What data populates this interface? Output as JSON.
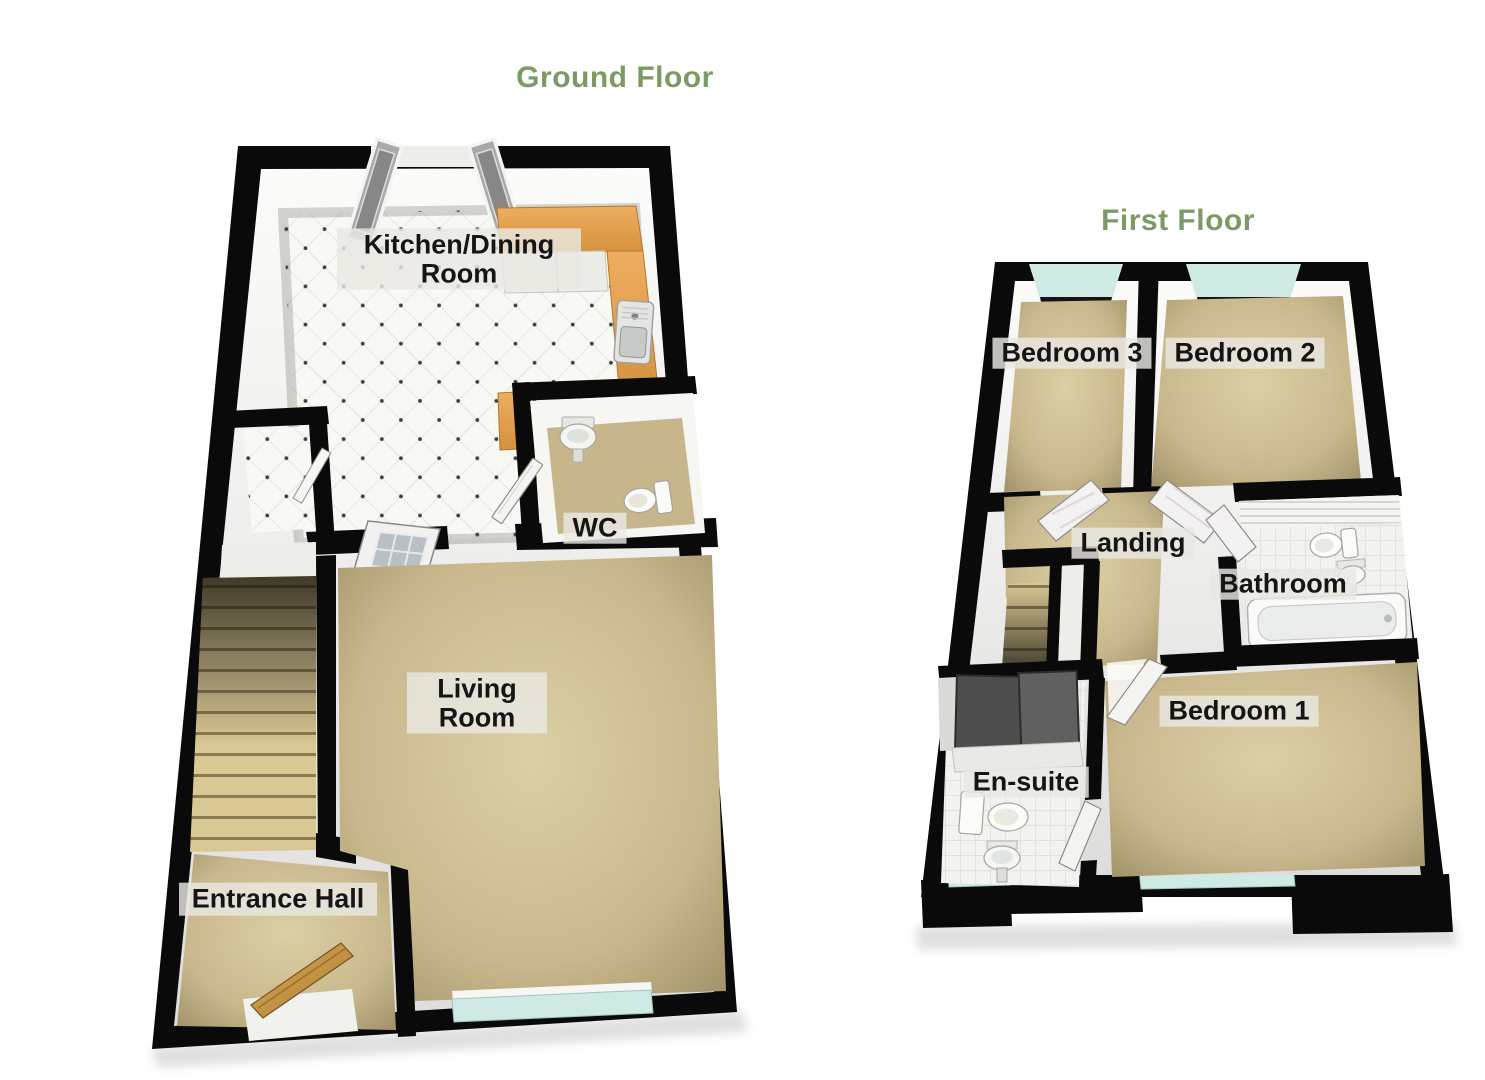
{
  "document": {
    "kind": "3d-floor-plan",
    "background": "#ffffff"
  },
  "colors": {
    "title_green": "#7c9b62",
    "wall_black": "#0a0a0a",
    "carpet_tan": "#c9b88d",
    "kitchen_tile_white": "#f8f8f5",
    "bath_tile_white": "#f2f2ef",
    "counter_orange": "#e3a553",
    "window_glass_teal": "#cfe9e4",
    "stair_beige": "#d9c794",
    "front_door_wood": "#c9963f",
    "label_background": "#e9e8e3",
    "label_text": "#151515"
  },
  "floors": [
    {
      "id": "ground-floor",
      "title": "Ground Floor",
      "rooms": [
        {
          "name": "Kitchen/Dining Room",
          "features": [
            "french-doors",
            "l-shaped-counter",
            "sink",
            "dotted-tile-floor",
            "cupboard"
          ]
        },
        {
          "name": "WC",
          "features": [
            "basin",
            "toilet",
            "door"
          ]
        },
        {
          "name": "Living Room",
          "features": [
            "window",
            "carpet",
            "door-to-hall",
            "door-to-kitchen"
          ]
        },
        {
          "name": "Entrance Hall",
          "features": [
            "front-door",
            "staircase",
            "carpet"
          ]
        }
      ]
    },
    {
      "id": "first-floor",
      "title": "First Floor",
      "rooms": [
        {
          "name": "Bedroom 3",
          "features": [
            "window",
            "carpet",
            "door"
          ]
        },
        {
          "name": "Bedroom 2",
          "features": [
            "window",
            "carpet",
            "door"
          ]
        },
        {
          "name": "Landing",
          "features": [
            "staircase",
            "cupboard",
            "carpet"
          ]
        },
        {
          "name": "Bathroom",
          "features": [
            "toilet",
            "basin",
            "bath",
            "tiled-walls",
            "door"
          ]
        },
        {
          "name": "Bedroom 1",
          "features": [
            "window",
            "carpet",
            "door"
          ]
        },
        {
          "name": "En-suite",
          "features": [
            "shower-cubicle",
            "toilet",
            "basin",
            "window",
            "door"
          ]
        }
      ]
    }
  ]
}
